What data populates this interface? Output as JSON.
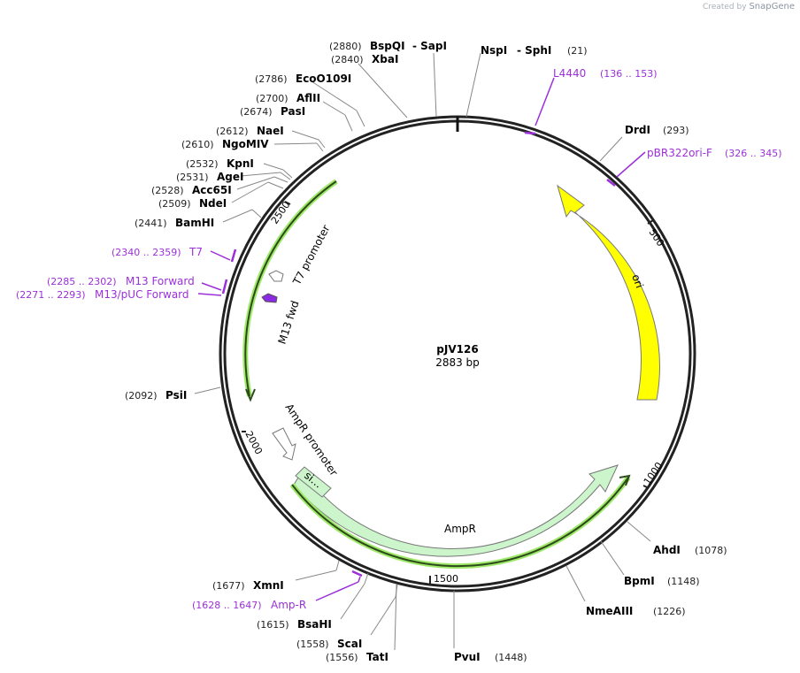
{
  "watermark": {
    "prefix": "Created by",
    "brand": "SnapGene"
  },
  "plasmid": {
    "name": "pJV126",
    "length_label": "2883 bp",
    "length": 2883
  },
  "enzymes": [
    {
      "name": "BspQI",
      "suffix": "- SapI",
      "pos": "(2880)"
    },
    {
      "name": "XbaI",
      "pos": "(2840)"
    },
    {
      "name": "EcoO109I",
      "pos": "(2786)"
    },
    {
      "name": "AflII",
      "pos": "(2700)"
    },
    {
      "name": "PasI",
      "pos": "(2674)"
    },
    {
      "name": "NaeI",
      "pos": "(2612)"
    },
    {
      "name": "NgoMIV",
      "pos": "(2610)"
    },
    {
      "name": "KpnI",
      "pos": "(2532)"
    },
    {
      "name": "AgeI",
      "pos": "(2531)"
    },
    {
      "name": "Acc65I",
      "pos": "(2528)"
    },
    {
      "name": "NdeI",
      "pos": "(2509)"
    },
    {
      "name": "BamHI",
      "pos": "(2441)"
    },
    {
      "name": "PsiI",
      "pos": "(2092)"
    },
    {
      "name": "XmnI",
      "pos": "(1677)"
    },
    {
      "name": "BsaHI",
      "pos": "(1615)"
    },
    {
      "name": "ScaI",
      "pos": "(1558)"
    },
    {
      "name": "TatI",
      "pos": "(1556)"
    },
    {
      "name": "PvuI",
      "pos": "(1448)"
    },
    {
      "name": "NmeAIII",
      "pos": "(1226)"
    },
    {
      "name": "BpmI",
      "pos": "(1148)"
    },
    {
      "name": "AhdI",
      "pos": "(1078)"
    },
    {
      "name": "DrdI",
      "pos": "(293)"
    },
    {
      "name": "NspI",
      "suffix": "- SphI",
      "pos": "(21)"
    }
  ],
  "primers": [
    {
      "name": "L4440",
      "range": "(136 .. 153)"
    },
    {
      "name": "pBR322ori-F",
      "range": "(326 .. 345)"
    },
    {
      "name": "T7",
      "range": "(2340 .. 2359)"
    },
    {
      "name": "M13 Forward",
      "range": "(2285 .. 2302)"
    },
    {
      "name": "M13/pUC Forward",
      "range": "(2271 .. 2293)"
    },
    {
      "name": "Amp-R",
      "range": "(1628 .. 1647)"
    }
  ],
  "features": {
    "ori": "ori",
    "ampr": "AmpR",
    "ampr_promoter": "AmpR promoter",
    "signal": "si…",
    "t7_promoter": "T7 promoter",
    "m13_fwd": "M13 fwd"
  },
  "ticks": [
    "500",
    "1000",
    "1500",
    "2000",
    "2500"
  ],
  "colors": {
    "primer": "#9b30d9",
    "ori": "#ffff00",
    "ampr": "#ccf5cc",
    "orf_glow": "#9ee86a",
    "backbone": "#222222"
  }
}
